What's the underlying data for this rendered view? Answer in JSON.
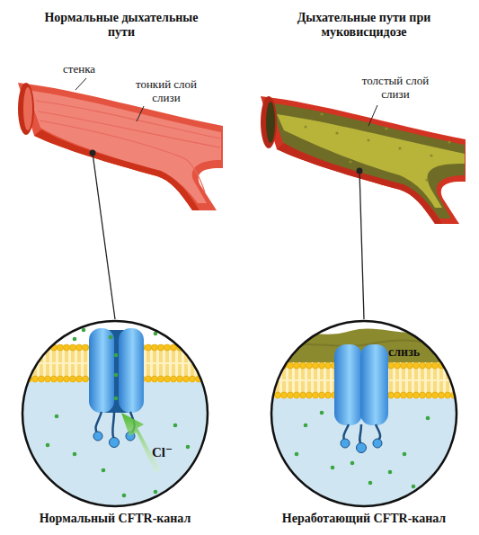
{
  "diagram": {
    "nodes": [
      {
        "text": [
          "Нормальные дыхательные пути",
          "стенка",
          "тонкий слой слизи"
        ]
      },
      {
        "text": [
          "Дыхательные пути при муковисцидозе",
          "толстый слой слизи"
        ]
      },
      {
        "text": [
          "Cl⁻",
          "Нормальный CFTR-канал"
        ]
      },
      {
        "text": [
          "слизь",
          "Неработающий CFTR-канал"
        ]
      }
    ],
    "edges": [
      {
        "from": 0,
        "to": 2,
        "arrow": "none"
      },
      {
        "from": 1,
        "to": 3,
        "arrow": "none"
      }
    ]
  }
}
